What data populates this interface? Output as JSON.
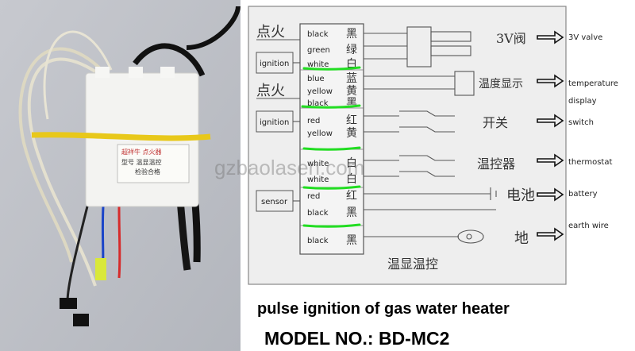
{
  "photo": {
    "module_label": "超祥牛 点火器",
    "module_line2": "型号 温显温控",
    "module_line3": "检验合格"
  },
  "left_labels": {
    "dianhuo1": "点火",
    "ignition1": "ignition",
    "dianhuo2": "点火",
    "ignition2": "ignition",
    "sensor": "sensor"
  },
  "wires": [
    {
      "en": "black",
      "zh": "黑"
    },
    {
      "en": "green",
      "zh": "绿"
    },
    {
      "en": "white",
      "zh": "白"
    },
    {
      "en": "blue",
      "zh": "蓝"
    },
    {
      "en": "yellow",
      "zh": "黄"
    },
    {
      "en": "black",
      "zh": "黑"
    },
    {
      "en": "red",
      "zh": "红"
    },
    {
      "en": "yellow",
      "zh": "黄"
    },
    {
      "en": "white",
      "zh": "白"
    },
    {
      "en": "white",
      "zh": "白"
    },
    {
      "en": "red",
      "zh": "红"
    },
    {
      "en": "black",
      "zh": "黑"
    },
    {
      "en": "black",
      "zh": "黑"
    }
  ],
  "right_labels_zh": {
    "valve": "3V阀",
    "temp": "温度显示",
    "switch": "开关",
    "thermo": "温控器",
    "battery": "电池",
    "earth": "地",
    "bottom": "温显温控"
  },
  "right_labels_en": {
    "valve": "3V valve",
    "temp1": "temperature",
    "temp2": "display",
    "switch": "switch",
    "thermo": "thermostat",
    "battery": "battery",
    "earth": "earth wire"
  },
  "watermark": "gzbaolasen.com",
  "caption": {
    "line1": "pulse ignition of gas water heater",
    "line2": "MODEL NO.: BD-MC2"
  },
  "colors": {
    "highlight": "#22dd22"
  }
}
